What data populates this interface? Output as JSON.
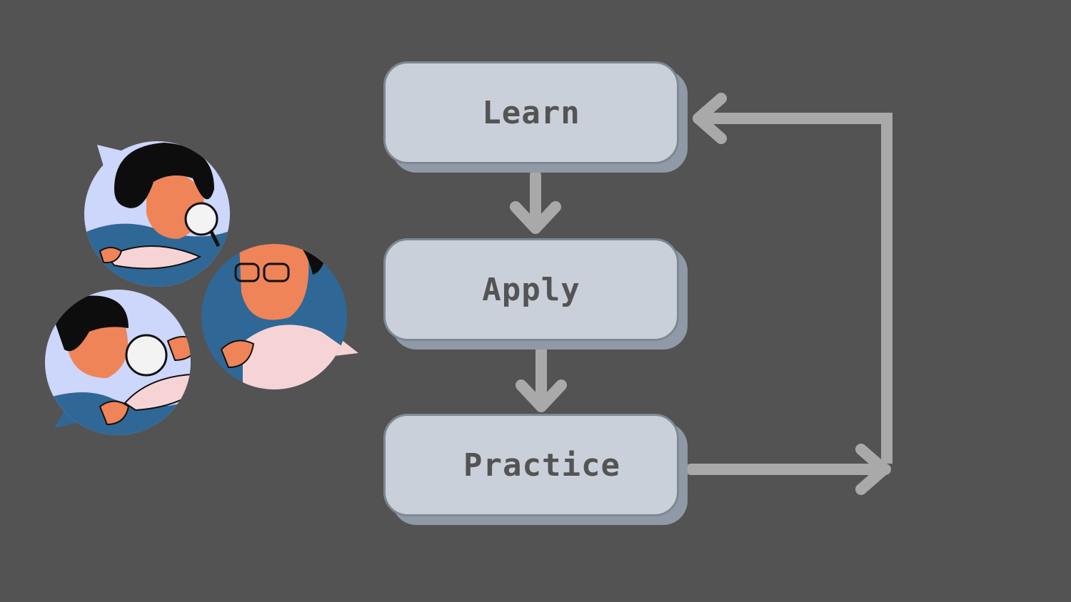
{
  "diagram": {
    "nodes": [
      {
        "id": "learn",
        "label": "Learn"
      },
      {
        "id": "apply",
        "label": "Apply"
      },
      {
        "id": "practice",
        "label": "Practice"
      }
    ],
    "edges": [
      {
        "from": "learn",
        "to": "apply"
      },
      {
        "from": "apply",
        "to": "practice"
      },
      {
        "from": "practice",
        "to": "learn",
        "kind": "feedback-loop"
      }
    ]
  },
  "colors": {
    "background": "#535353",
    "node_fill": "#c9d0d9",
    "node_border": "#7d8894",
    "node_shadow": "#8f9aa6",
    "arrow": "#a9a9a9",
    "text": "#545454",
    "skin": "#ee8458",
    "hair": "#0d0d0d",
    "navy": "#2f6896",
    "lavender": "#cdd6fb",
    "pink": "#f6d4d6"
  },
  "illustration": {
    "icons": [
      "woman-with-magnifier-avatar",
      "man-with-glasses-avatar",
      "boy-with-magnifier-avatar"
    ]
  }
}
